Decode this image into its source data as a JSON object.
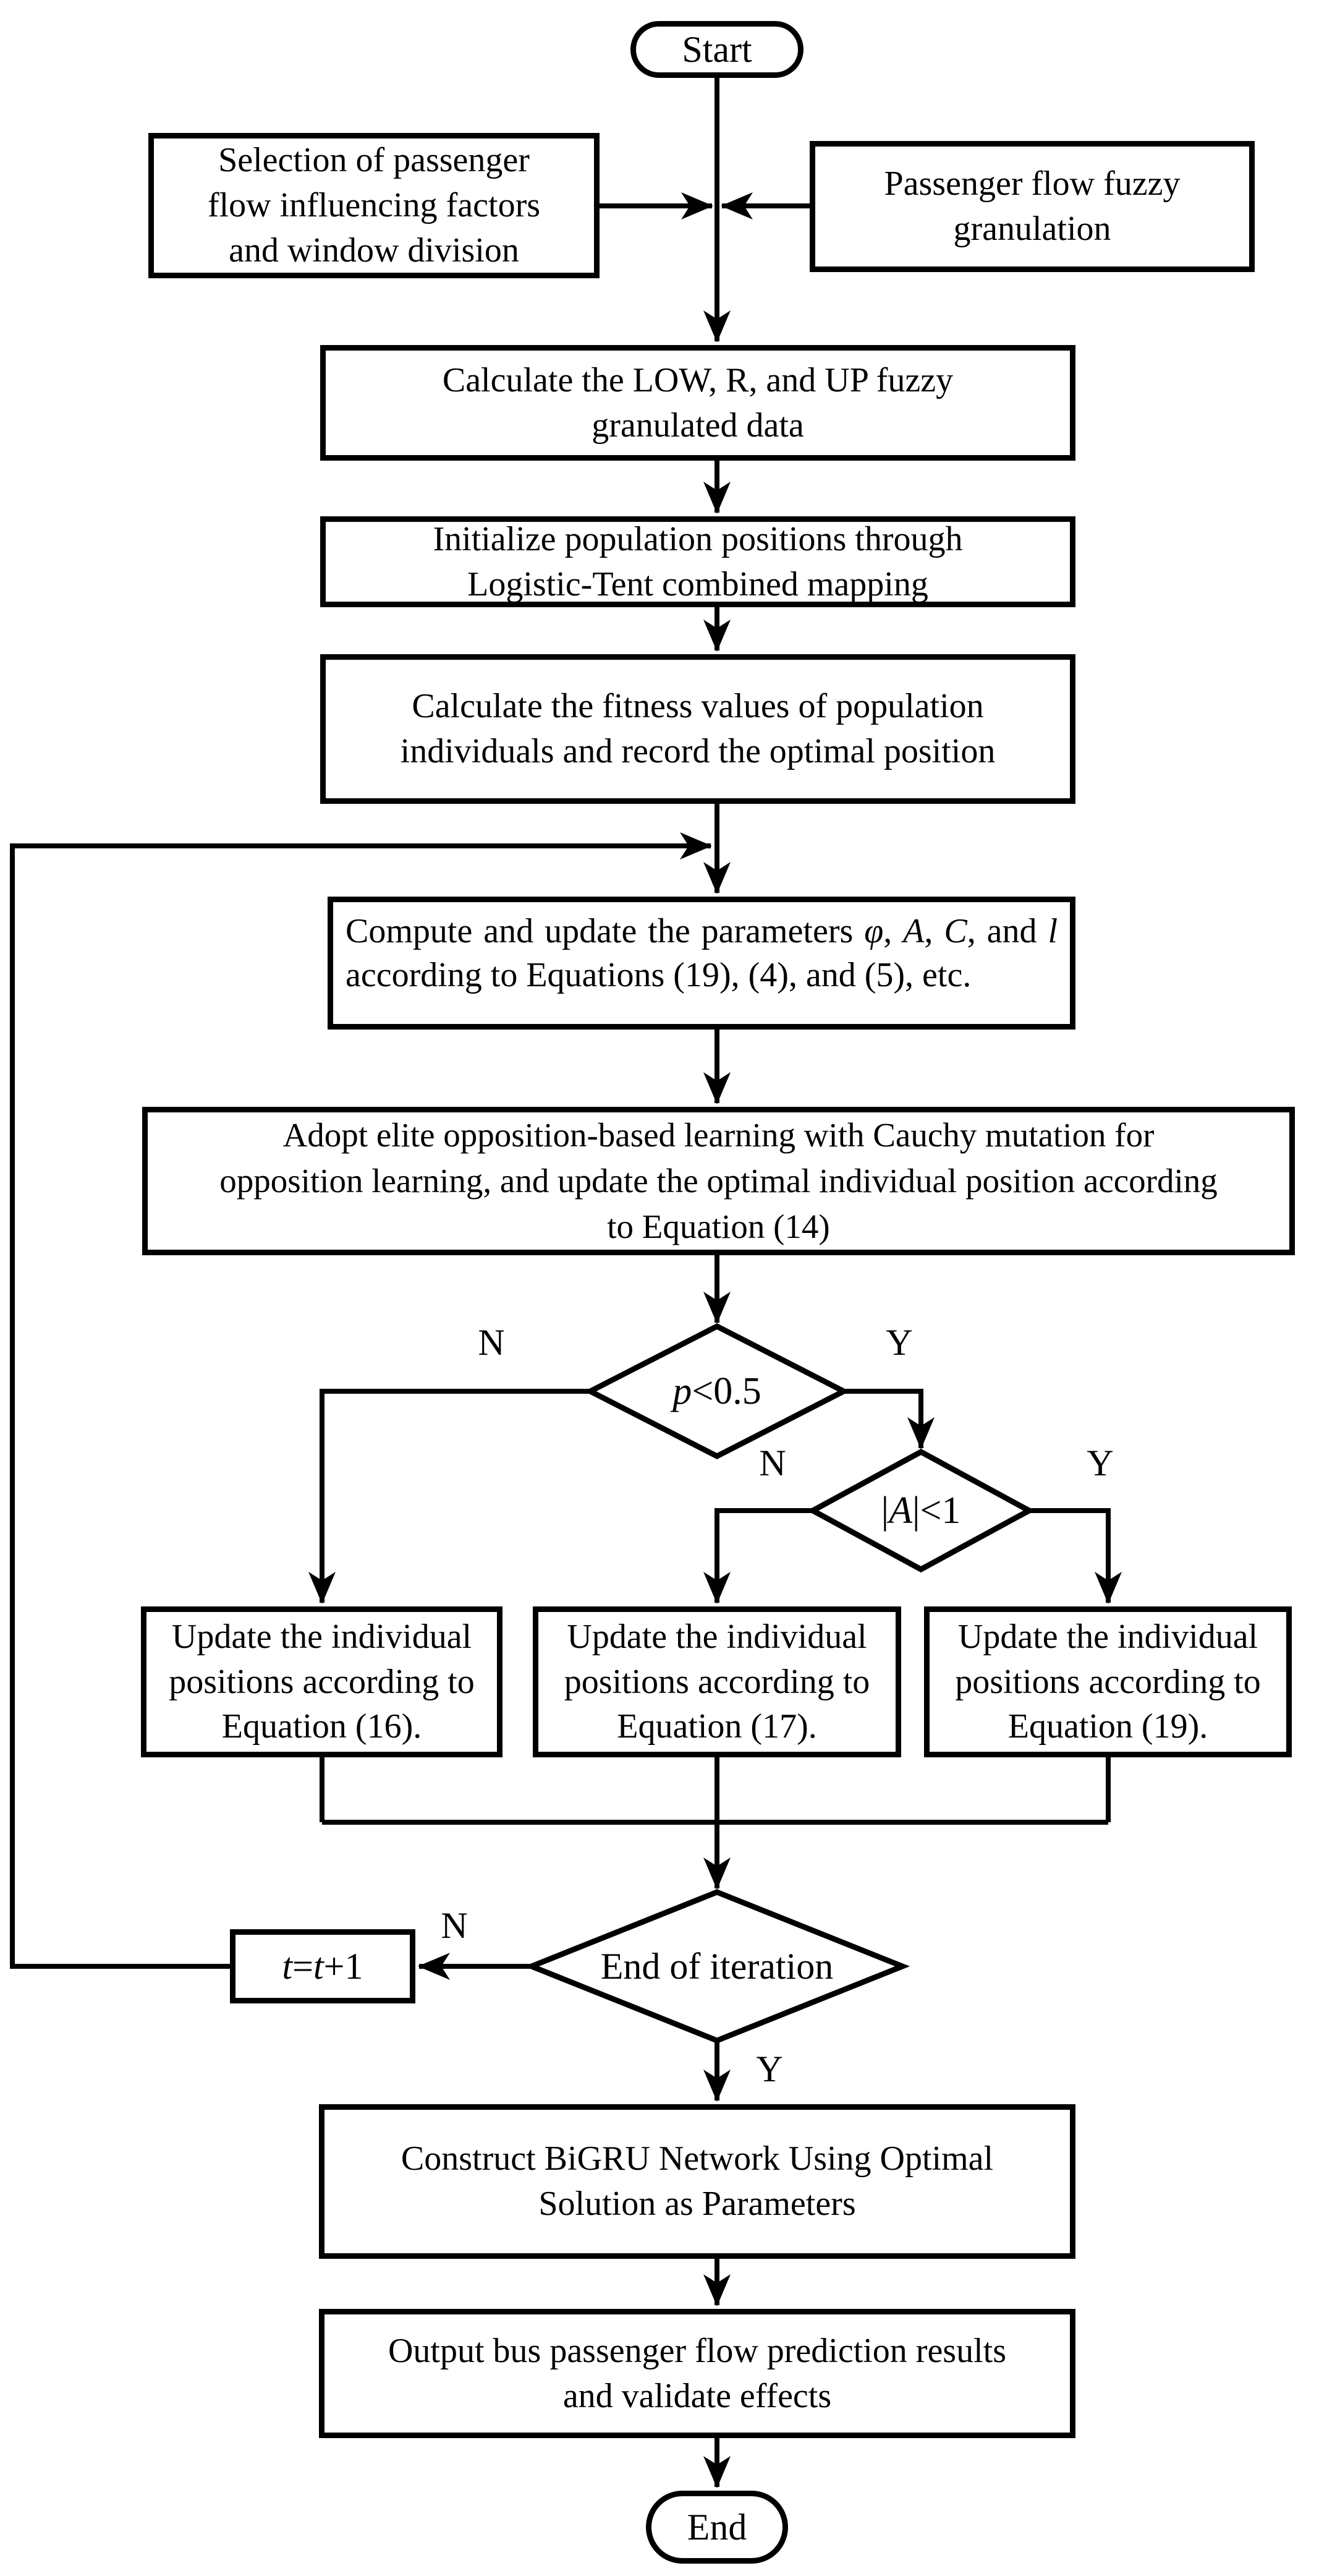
{
  "palette": {
    "background": "#ffffff",
    "stroke": "#000000",
    "text": "#000000"
  },
  "flowchart": {
    "start": {
      "label": "Start"
    },
    "end": {
      "label": "End"
    },
    "processes": {
      "factors": {
        "lines": [
          "Selection of passenger",
          "flow influencing factors",
          "and window division"
        ]
      },
      "granulation": {
        "lines": [
          "Passenger flow fuzzy",
          "granulation"
        ]
      },
      "calc_granulated": {
        "lines": [
          "Calculate the LOW, R, and UP fuzzy",
          "granulated data"
        ]
      },
      "init_population": {
        "lines": [
          "Initialize population positions through",
          "Logistic-Tent combined mapping"
        ]
      },
      "fitness": {
        "lines": [
          "Calculate the fitness values of population",
          "individuals and record the optimal position"
        ]
      },
      "compute_params": {
        "segments": [
          {
            "t": "Compute and update the parameters "
          },
          {
            "t": "φ",
            "i": true
          },
          {
            "t": ", "
          },
          {
            "t": "A",
            "i": true
          },
          {
            "t": ", "
          },
          {
            "t": "C",
            "i": true
          },
          {
            "t": ", and "
          },
          {
            "t": "l",
            "i": true
          },
          {
            "t": " according to Equations (19), (4), and (5), etc."
          }
        ]
      },
      "elite_opposition": {
        "lines": [
          "Adopt elite opposition-based learning with Cauchy mutation for",
          "opposition learning, and update the optimal individual position according",
          "to Equation (14)"
        ]
      },
      "update_eq16": {
        "lines": [
          "Update the individual",
          "positions according to",
          "Equation (16)."
        ]
      },
      "update_eq17": {
        "lines": [
          "Update the individual",
          "positions according to",
          "Equation (17)."
        ]
      },
      "update_eq19": {
        "lines": [
          "Update the individual",
          "positions according to",
          "Equation (19)."
        ]
      },
      "t_increment": {
        "segments": [
          {
            "t": "t",
            "i": true
          },
          {
            "t": "="
          },
          {
            "t": "t",
            "i": true
          },
          {
            "t": "+1"
          }
        ]
      },
      "construct_bigru": {
        "lines": [
          "Construct BiGRU Network Using Optimal",
          "Solution as Parameters"
        ]
      },
      "output_results": {
        "lines": [
          "Output bus passenger flow prediction results",
          "and validate effects"
        ]
      }
    },
    "decisions": {
      "p_less": {
        "segments": [
          {
            "t": "p",
            "i": true
          },
          {
            "t": "<0.5"
          }
        ],
        "no": "N",
        "yes": "Y"
      },
      "abs_a_less": {
        "segments": [
          {
            "t": "|"
          },
          {
            "t": "A",
            "i": true
          },
          {
            "t": "|<1"
          }
        ],
        "no": "N",
        "yes": "Y"
      },
      "end_iteration": {
        "label": "End of iteration",
        "no": "N",
        "yes": "Y"
      }
    }
  }
}
